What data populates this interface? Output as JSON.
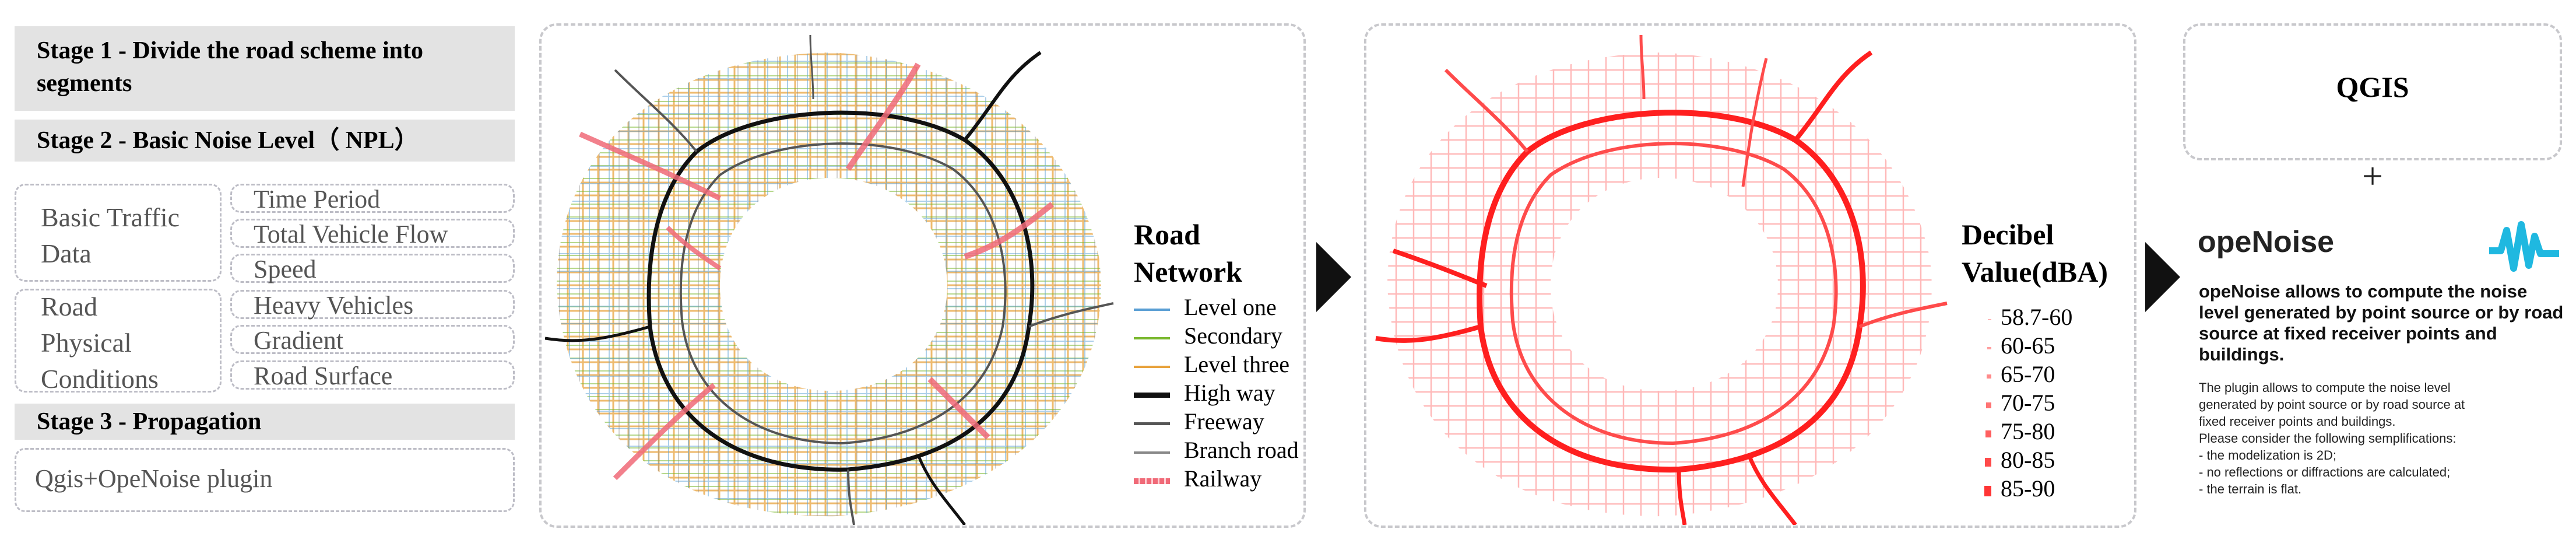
{
  "stages": {
    "stage1": "Stage 1 - Divide the road scheme into segments",
    "stage2": "Stage 2 - Basic Noise Level（ NPL）",
    "stage3": "Stage 3 - Propagation"
  },
  "basic_traffic": {
    "label": "Basic Traffic Data",
    "items": [
      "Time Period",
      "Total Vehicle Flow",
      "Speed"
    ]
  },
  "road_physical": {
    "label": "Road Physical Conditions",
    "items": [
      "Heavy Vehicles",
      "Gradient",
      "Road Surface"
    ]
  },
  "plugin_label": "Qgis+OpeNoise plugin",
  "road_legend": {
    "title": "Road Network",
    "entries": [
      {
        "label": "Level one",
        "color": "#5a9fd4",
        "weight": "thin"
      },
      {
        "label": "Secondary",
        "color": "#7ab82e",
        "weight": "thin"
      },
      {
        "label": "Level three",
        "color": "#e8a33d",
        "weight": "thin"
      },
      {
        "label": "High way",
        "color": "#111111",
        "weight": "thick"
      },
      {
        "label": "Freeway",
        "color": "#555555",
        "weight": "medium"
      },
      {
        "label": "Branch road",
        "color": "#888888",
        "weight": "thin"
      },
      {
        "label": "Railway",
        "color": "#f06a78",
        "weight": "rail"
      }
    ]
  },
  "db_legend": {
    "title": "Decibel Value(dBA)",
    "entries": [
      "58.7-60",
      "60-65",
      "65-70",
      "70-75",
      "75-80",
      "80-85",
      "85-90"
    ]
  },
  "qgis_label": "QGIS",
  "plus_sign": "+",
  "openoise": {
    "title": "opeNoise",
    "bold_text": "opeNoise allows to compute the noise level generated by point source or by road source at fixed receiver points and buildings.",
    "small_lines": [
      "The plugin allows to compute the noise level",
      "generated by point source or by road source at",
      "fixed receiver points and buildings.",
      "Please consider the following semplifications:",
      "- the modelization is 2D;",
      "- no reflections or diffractions are calculated;",
      "- the terrain is flat."
    ],
    "logo_color": "#1fb8e0"
  },
  "colors": {
    "stage_bg": "#e3e3e3",
    "dashed_border": "#c8c8cc",
    "noise_red": "#ff2a2a"
  }
}
